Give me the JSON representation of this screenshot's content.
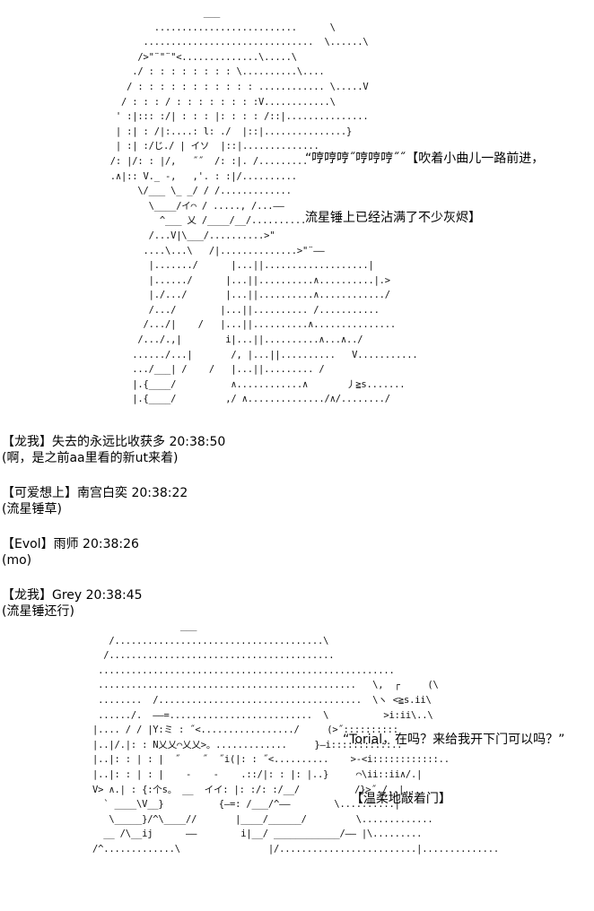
{
  "art_top": [
    "                       ___",
    "              ..........................      \\",
    "            ...............................  \\......\\",
    "           />\"¨\"¨\"<..............\\.....\\",
    "          ./ : : : : : : : : \\..........\\....",
    "         / : : : : : : : : : : : ............ \\.....V",
    "        / : : : / : : : : : : : :V............\\ ",
    "       ' :|::: :/| : : : |: : : : /::|...............",
    "       | :| : /|:....: l: ./  |::|...............}",
    "       | :| :/じ./ | イソ  |::|..............",
    "      /: |/: : |/,   ˝˝  /: :|. /.........",
    "      .∧|:: V._ -,   ,'. : :|/..........",
    "           \\/___ \\_ _/ / /.............",
    "             \\____/イ⌒ / ....., /...——",
    "               ^___ 乂 /____/__/..........",
    "             /...V|\\___/..........>\"",
    "            ....\\...\\   /|..............>\"¨——",
    "             |......./      |...||...................|",
    "             |....../      |...||..........∧..........|.>",
    "             |./.../       |...||..........∧............/",
    "             /.../        |...||.......... /...........",
    "            /.../|    /   |...||..........∧...............",
    "           /.../.,|        i|...||..........∧...∧../",
    "          ....../...|       /, |...||..........   V...........",
    "          .../___| /    /   |...||......... /",
    "          |.{____/          ∧............∧       丿≧s.......",
    "          |.{____/         ,/ ∧............../∧/......../"
  ],
  "narration_top": [
    "“哼哼哼˝哼哼哼˝˝【吹着小曲儿一路前进，",
    "流星锤上已经沾满了不少灰烬】"
  ],
  "chat_entries": [
    {
      "header": "【龙我】失去的永远比收获多 20:38:50",
      "body": "(啊，是之前aa里看的新ut来着)"
    },
    {
      "header": "【可爱想上】南宫白奕 20:38:22",
      "body": "(流星锤草)"
    },
    {
      "header": "【Evol】雨师 20:38:26",
      "body": "(mo)"
    },
    {
      "header": "【龙我】Grey 20:38:45",
      "body": "(流星锤还行)"
    }
  ],
  "art_bottom": [
    "                        ___",
    "           /......................................\\",
    "          /.........................................",
    "         ......................................................",
    "         ...............................................   \\,  ┌     (\\",
    "         ........  /.....................................  \\ヽ <≧s.ii\\",
    "         ....../.  ——=..........................  \\          >i:ii\\..\\",
    "        |.... / / |Y:ミ : ˝<................./     (>˝::::::::::",
    "        |..|/.|: : N乂乂⌒乂乂>。.............     }—i:::::::::::..",
    "        |..|: : | : |  ˝    ˝  ˝i(|: : ˝<..........    >-<i::::::::::::..",
    "        |..|: : | : |    -    -    .::/|: : |: |..}     ⌒\\ii::ii∧/.|",
    "        V> ∧.| : {:个s。 __  イイ: |: :/: :/__/          /}>˝./..|..",
    "          ` ____\\V__}          {—=: /___/^——        \\..........|",
    "           \\_____}/^\\____//       |____/______/         \\.............",
    "          __ /\\__ij      ——        i|__/ ____________/—— |\\.........",
    "        /^.............\\                |/.........................|.............."
  ],
  "narration_bottom": [
    "“Torial，在吗？来给我开下门可以吗？”",
    "  【温柔地敲着门】"
  ]
}
